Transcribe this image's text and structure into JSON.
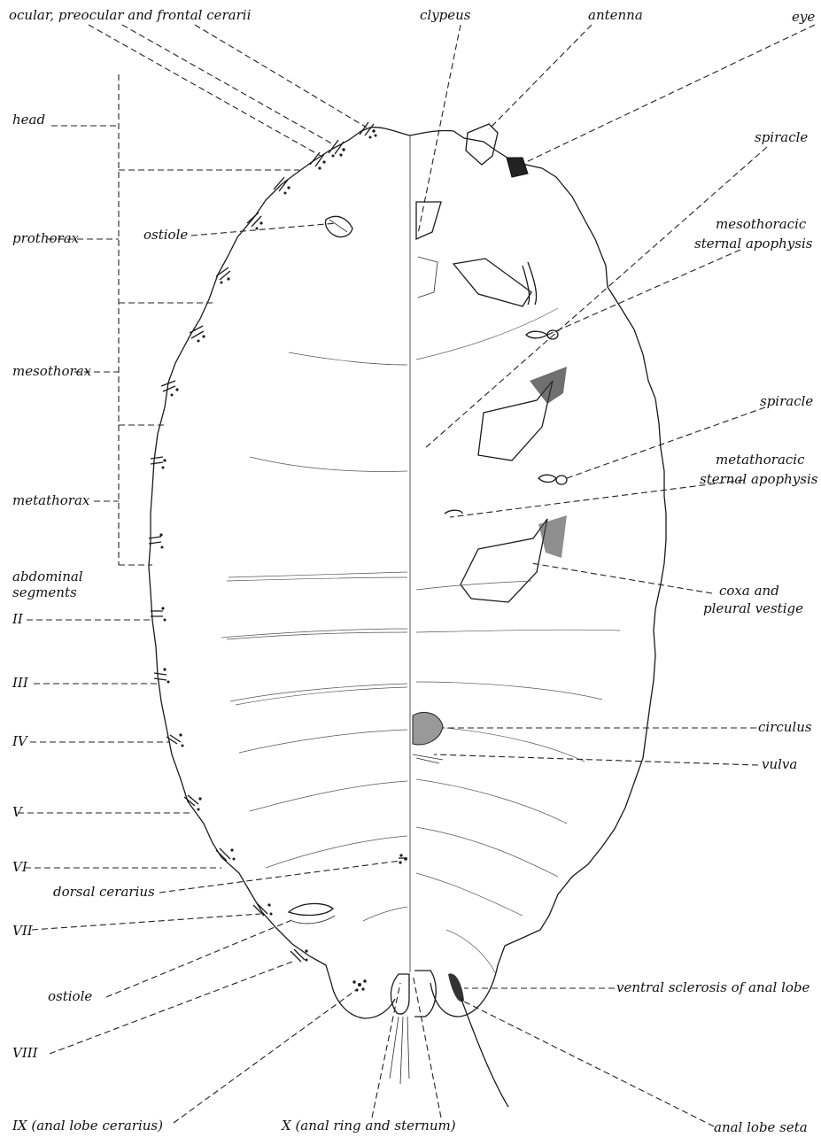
{
  "labels": {
    "ocular_cerarii": "ocular, preocular and frontal cerarii",
    "clypeus": "clypeus",
    "antenna": "antenna",
    "eye": "eye",
    "head": "head",
    "spiracle_1": "spiracle",
    "prothorax": "prothorax",
    "ostiole_1": "ostiole",
    "mesothoracic_1": "mesothoracic",
    "mesothoracic_2": "sternal apophysis",
    "mesothorax": "mesothorax",
    "spiracle_2": "spiracle",
    "metathorax": "metathorax",
    "metathoracic_1": "metathoracic",
    "metathoracic_2": "sternal apophysis",
    "abdominal_1": "abdominal",
    "abdominal_2": "segments",
    "coxa_1": "coxa and",
    "coxa_2": "pleural vestige",
    "seg_II": "II",
    "seg_III": "III",
    "seg_IV": "IV",
    "circulus": "circulus",
    "seg_V": "V",
    "seg_VI": "VI",
    "dorsal_cerarius": "dorsal cerarius",
    "seg_VII": "VII",
    "vulva": "vulva",
    "ostiole_2": "ostiole",
    "ventral_sclerosis": "ventral sclerosis of anal lobe",
    "seg_VIII": "VIII",
    "seg_IX": "IX  (anal lobe cerarius)",
    "seg_X": "X  (anal ring and sternum)",
    "anal_lobe_seta": "anal lobe seta"
  }
}
